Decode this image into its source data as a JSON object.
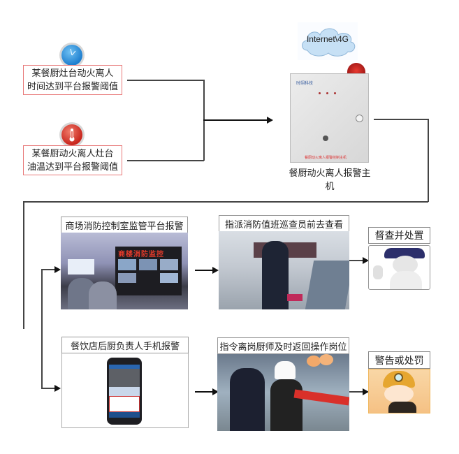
{
  "triggers": [
    {
      "icon": "clock-icon",
      "line1": "某餐厨灶台动火离人",
      "line2": "时间达到平台报警阈值"
    },
    {
      "icon": "thermometer-icon",
      "line1": "某餐厨动火离人灶台",
      "line2": "油温达到平台报警阈值"
    }
  ],
  "host": {
    "cloud_label": "Internet\\4G",
    "device_brand": "时翊科技",
    "device_panel_label": "餐厨动火离人报警控制主机",
    "caption": "餐厨动火离人报警主机"
  },
  "flow_top": {
    "step1_title": "商场消防控制室监管平台报警",
    "step1_screen_text": "商楼消防监控",
    "step2_title": "指派消防值班巡查员前去查看",
    "result_title": "督查并处置"
  },
  "flow_bottom": {
    "step1_title": "餐饮店后厨负责人手机报警",
    "step2_title": "指令离岗厨师及时返回操作岗位",
    "result_title": "警告或处罚"
  },
  "colors": {
    "trigger_border": "#e87a7a",
    "line": "#444444",
    "alarm_red": "#c0201e",
    "cloud_blue": "#b9d8f0",
    "warning_bg": "#f7c98a"
  }
}
